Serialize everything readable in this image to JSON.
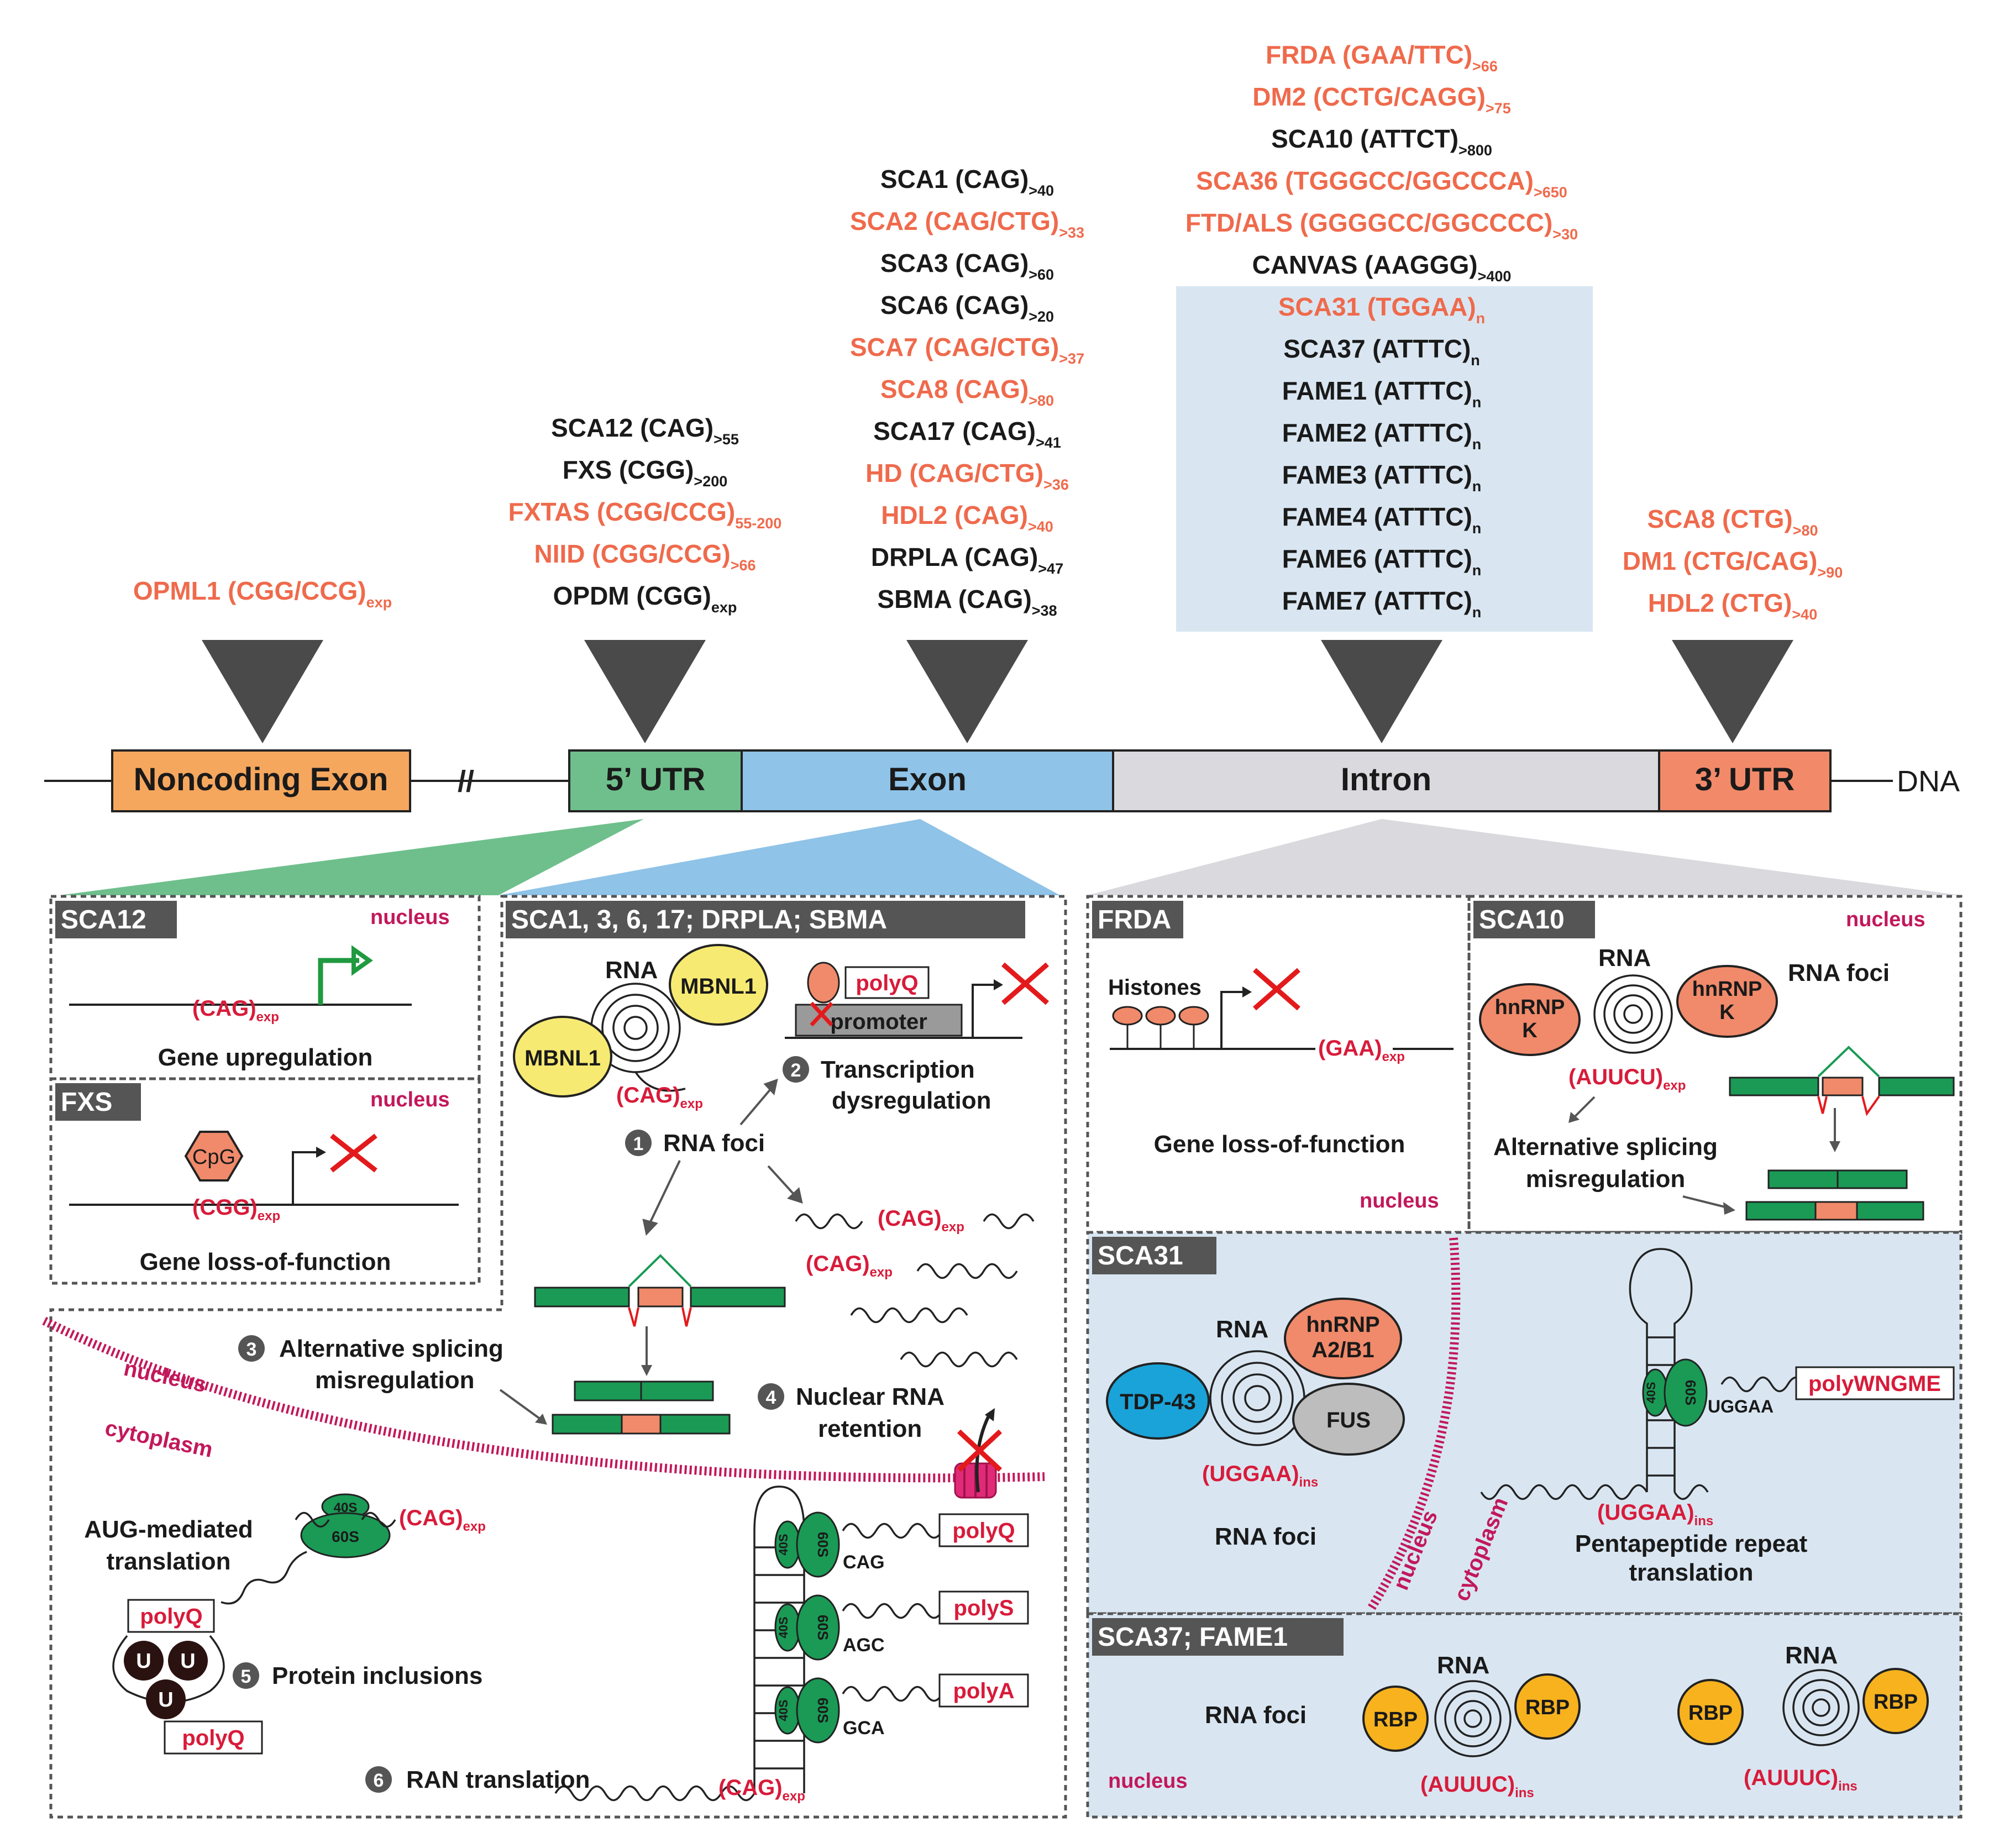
{
  "colors": {
    "pathogenic_orange": "#ef6a4c",
    "black": "#1a1a1a",
    "red": "#d81b3a",
    "magenta": "#c2185b",
    "noncoding_exon": "#f6a75e",
    "utr5": "#6fbf8c",
    "exon": "#8fc3e8",
    "intron": "#d9d9de",
    "utr3": "#f28a6a",
    "panel_blue": "#d9e6f2",
    "ribosome_green": "#1a9a55",
    "mbnl_yellow": "#f7ea73",
    "hnrnp_salmon": "#f08a6a",
    "tdp_blue": "#1aa3d9",
    "rbp_orange": "#f7b21e"
  },
  "gene_track": {
    "noncoding_exon": "Noncoding Exon",
    "utr5": "5’ UTR",
    "exon": "Exon",
    "intron": "Intron",
    "utr3": "3’ UTR",
    "dna": "DNA"
  },
  "diseases": {
    "noncoding": [
      {
        "name": "OPML1 (CGG/CCG)",
        "sub": "exp",
        "color": "orange"
      }
    ],
    "utr5": [
      {
        "name": "SCA12 (CAG)",
        "sub": ">55",
        "color": "black"
      },
      {
        "name": "FXS (CGG)",
        "sub": ">200",
        "color": "black"
      },
      {
        "name": "FXTAS (CGG/CCG)",
        "sub": "55-200",
        "color": "orange"
      },
      {
        "name": "NIID (CGG/CCG)",
        "sub": ">66",
        "color": "orange"
      },
      {
        "name": "OPDM (CGG)",
        "sub": "exp",
        "color": "black"
      }
    ],
    "exon": [
      {
        "name": "SCA1 (CAG)",
        "sub": ">40",
        "color": "black"
      },
      {
        "name": "SCA2 (CAG/CTG)",
        "sub": ">33",
        "color": "orange"
      },
      {
        "name": "SCA3 (CAG)",
        "sub": ">60",
        "color": "black"
      },
      {
        "name": "SCA6 (CAG)",
        "sub": ">20",
        "color": "black"
      },
      {
        "name": "SCA7 (CAG/CTG)",
        "sub": ">37",
        "color": "orange"
      },
      {
        "name": "SCA8 (CAG)",
        "sub": ">80",
        "color": "orange"
      },
      {
        "name": "SCA17 (CAG)",
        "sub": ">41",
        "color": "black"
      },
      {
        "name": "HD (CAG/CTG)",
        "sub": ">36",
        "color": "orange"
      },
      {
        "name": "HDL2 (CAG)",
        "sub": ">40",
        "color": "orange"
      },
      {
        "name": "DRPLA (CAG)",
        "sub": ">47",
        "color": "black"
      },
      {
        "name": "SBMA (CAG)",
        "sub": ">38",
        "color": "black"
      }
    ],
    "intron": [
      {
        "name": "FRDA (GAA/TTC)",
        "sub": ">66",
        "color": "orange"
      },
      {
        "name": "DM2 (CCTG/CAGG)",
        "sub": ">75",
        "color": "orange"
      },
      {
        "name": "SCA10 (ATTCT)",
        "sub": ">800",
        "color": "black"
      },
      {
        "name": "SCA36 (TGGGCC/GGCCCA)",
        "sub": ">650",
        "color": "orange"
      },
      {
        "name": "FTD/ALS (GGGGCC/GGCCCC)",
        "sub": ">30",
        "color": "orange"
      },
      {
        "name": "CANVAS (AAGGG)",
        "sub": ">400",
        "color": "black"
      },
      {
        "name": "SCA31 (TGGAA)",
        "sub": "n",
        "color": "orange"
      },
      {
        "name": "SCA37 (ATTTC)",
        "sub": "n",
        "color": "black"
      },
      {
        "name": "FAME1 (ATTTC)",
        "sub": "n",
        "color": "black"
      },
      {
        "name": "FAME2 (ATTTC)",
        "sub": "n",
        "color": "black"
      },
      {
        "name": "FAME3 (ATTTC)",
        "sub": "n",
        "color": "black"
      },
      {
        "name": "FAME4 (ATTTC)",
        "sub": "n",
        "color": "black"
      },
      {
        "name": "FAME6 (ATTTC)",
        "sub": "n",
        "color": "black"
      },
      {
        "name": "FAME7 (ATTTC)",
        "sub": "n",
        "color": "black"
      }
    ],
    "utr3": [
      {
        "name": "SCA8 (CTG)",
        "sub": ">80",
        "color": "orange"
      },
      {
        "name": "DM1 (CTG/CAG)",
        "sub": ">90",
        "color": "orange"
      },
      {
        "name": "HDL2 (CTG)",
        "sub": ">40",
        "color": "orange"
      }
    ]
  },
  "panels": {
    "sca12": {
      "header": "SCA12",
      "nucleus": "nucleus",
      "repeat": "(CAG)",
      "repeat_sub": "exp",
      "caption": "Gene upregulation"
    },
    "fxs": {
      "header": "FXS",
      "nucleus": "nucleus",
      "cpg": "CpG",
      "repeat": "(CGG)",
      "repeat_sub": "exp",
      "caption": "Gene loss-of-function"
    },
    "exon": {
      "header": "SCA1, 3, 6, 17; DRPLA; SBMA",
      "rna": "RNA",
      "mbnl": "MBNL1",
      "repeat": "(CAG)",
      "repeat_sub": "exp",
      "polyq": "polyQ",
      "promoter": "promoter",
      "step1": "RNA foci",
      "step2_line1": "Transcription",
      "step2_line2": "dysregulation",
      "step3_line1": "Alternative splicing",
      "step3_line2": "misregulation",
      "step4_line1": "Nuclear RNA",
      "step4_line2": "retention",
      "step5": "Protein inclusions",
      "step6": "RAN translation",
      "nucleus": "nucleus",
      "cytoplasm": "cytoplasm",
      "aug_line1": "AUG-mediated",
      "aug_line2": "translation",
      "ribo_small": "40S",
      "ribo_large": "60S",
      "ubiquitin": "U",
      "codon_cag": "CAG",
      "codon_agc": "AGC",
      "codon_gca": "GCA",
      "polys": "polyS",
      "polya": "polyA",
      "num1": "1",
      "num2": "2",
      "num3": "3",
      "num4": "4",
      "num5": "5",
      "num6": "6"
    },
    "frda": {
      "header": "FRDA",
      "histones": "Histones",
      "repeat": "(GAA)",
      "repeat_sub": "exp",
      "caption": "Gene loss-of-function",
      "nucleus": "nucleus"
    },
    "sca10": {
      "header": "SCA10",
      "nucleus": "nucleus",
      "rna": "RNA",
      "rna_foci": "RNA foci",
      "hnrnp_line1": "hnRNP",
      "hnrnp_line2": "K",
      "repeat": "(AUUCU)",
      "repeat_sub": "exp",
      "caption_line1": "Alternative splicing",
      "caption_line2": "misregulation"
    },
    "sca31": {
      "header": "SCA31",
      "rna": "RNA",
      "hnrnp_line1": "hnRNP",
      "hnrnp_line2": "A2/B1",
      "tdp": "TDP-43",
      "fus": "FUS",
      "repeat": "(UGGAA)",
      "repeat_sub": "ins",
      "rna_foci": "RNA foci",
      "nucleus": "nucleus",
      "cytoplasm": "cytoplasm",
      "ribo_small": "40S",
      "ribo_large": "60S",
      "codon": "UGGAA",
      "product": "polyWNGME",
      "caption_line1": "Pentapeptide repeat",
      "caption_line2": "translation"
    },
    "sca37": {
      "header": "SCA37; FAME1",
      "rna_foci": "RNA foci",
      "rna": "RNA",
      "rbp": "RBP",
      "repeat": "(AUUUC)",
      "repeat_sub": "ins",
      "nucleus": "nucleus"
    }
  }
}
